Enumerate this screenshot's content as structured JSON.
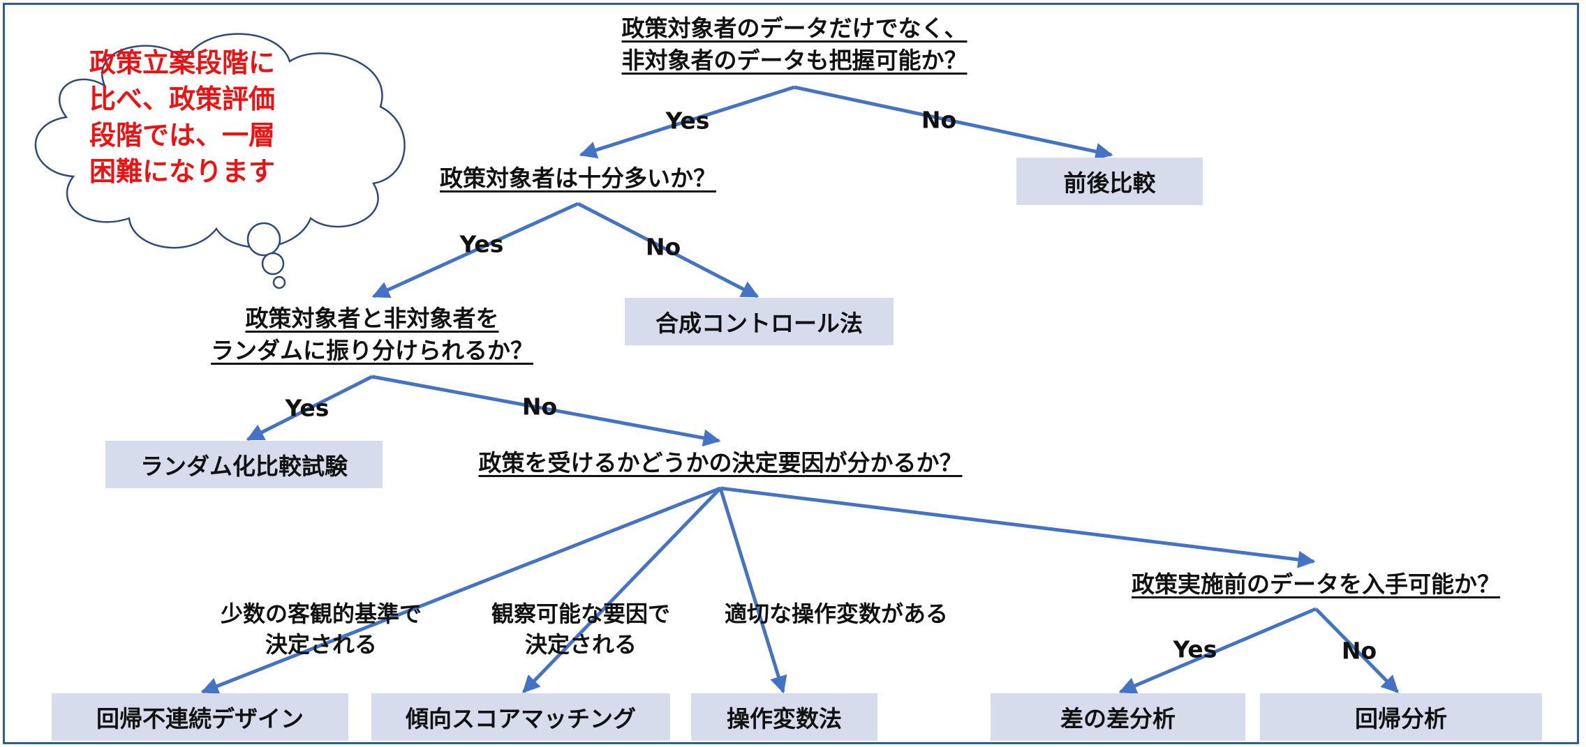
{
  "diagram": {
    "questions": {
      "q1": "政策対象者のデータだけでなく、\n非対象者のデータも把握可能か？",
      "q2": "政策対象者は十分多いか？",
      "q3": "政策対象者と非対象者を\nランダムに振り分けられるか？",
      "q4": "政策を受けるかどうかの決定要因が分かるか？",
      "q5": "政策実施前のデータを入手可能か？"
    },
    "methods": {
      "before_after": "前後比較",
      "synthetic_control": "合成コントロール法",
      "rct": "ランダム化比較試験",
      "rdd": "回帰不連続デザイン",
      "psm": "傾向スコアマッチング",
      "iv": "操作変数法",
      "did": "差の差分析",
      "regression": "回帰分析"
    },
    "branch_labels": {
      "yes": "Yes",
      "no": "No"
    },
    "conditions": {
      "objective_criteria": "少数の客観的基準で\n決定される",
      "observable_factors": "観察可能な要因で\n決定される",
      "instrument": "適切な操作変数がある"
    },
    "thought_bubble": "政策立案段階に\n比べ、政策評価\n段階では、一層\n困難になります",
    "colors": {
      "arrow": "#4472C4",
      "box_fill": "#D6DCEB",
      "border": "#2E5C94",
      "bubble_text": "#EE1111",
      "bubble_outline": "#2E4A7A"
    }
  }
}
